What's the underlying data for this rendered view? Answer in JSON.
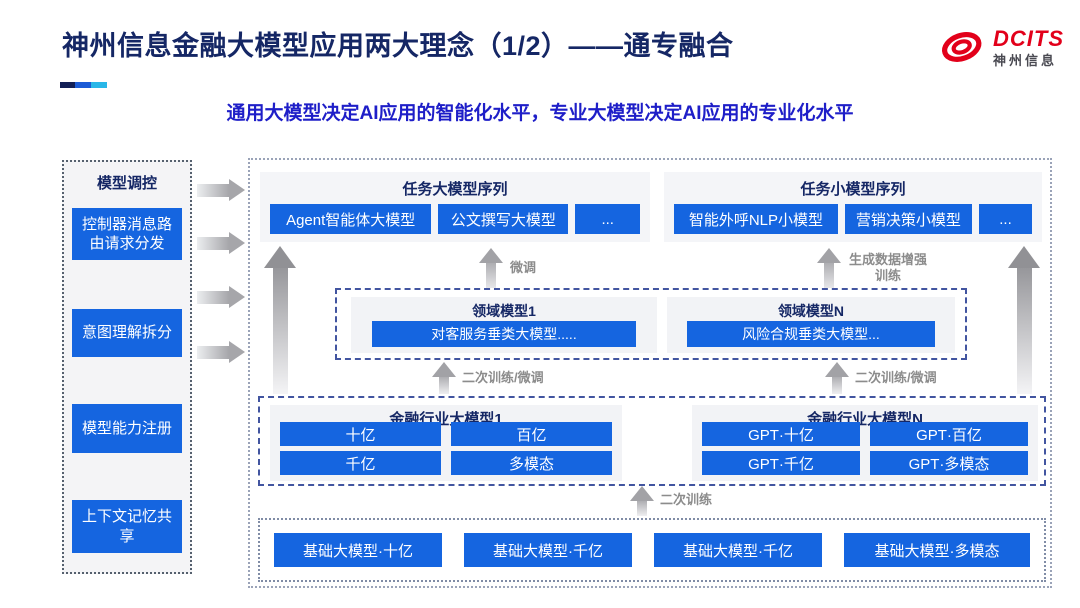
{
  "header": {
    "title": "神州信息金融大模型应用两大理念（1/2）——通专融合",
    "subtitle": "通用大模型决定AI应用的智能化水平，专业大模型决定AI应用的专业化水平",
    "logo": {
      "brand": "DCITS",
      "brand_cn": "神州信息"
    }
  },
  "sidebar": {
    "title": "模型调控",
    "items": [
      "控制器消息路由请求分发",
      "意图理解拆分",
      "模型能力注册",
      "上下文记忆共享"
    ]
  },
  "diagram": {
    "task_large": {
      "title": "任务大模型序列",
      "items": [
        "Agent智能体大模型",
        "公文撰写大模型",
        "..."
      ]
    },
    "task_small": {
      "title": "任务小模型序列",
      "items": [
        "智能外呼NLP小模型",
        "营销决策小模型",
        "..."
      ]
    },
    "labels": {
      "finetune": "微调",
      "augment": "生成数据增强训练",
      "retrain_finetune": "二次训练/微调",
      "retrain": "二次训练"
    },
    "domain": {
      "boxes": [
        {
          "title": "领域模型1",
          "item": "对客服务垂类大模型....."
        },
        {
          "title": "领域模型N",
          "item": "风险合规垂类大模型..."
        }
      ]
    },
    "industry": {
      "boxes": [
        {
          "title": "金融行业大模型1",
          "items": [
            "十亿",
            "百亿",
            "千亿",
            "多模态"
          ]
        },
        {
          "title": "金融行业大模型N",
          "items": [
            "GPT·十亿",
            "GPT·百亿",
            "GPT·千亿",
            "GPT·多模态"
          ]
        }
      ]
    },
    "base": {
      "items": [
        "基础大模型·十亿",
        "基础大模型·千亿",
        "基础大模型·千亿",
        "基础大模型·多模态"
      ]
    }
  },
  "colors": {
    "accent_blue": "#1565e0",
    "title_navy": "#152765",
    "subtitle_blue": "#1e1ec8",
    "logo_red": "#e2001a",
    "dashed_border_blue": "#4255a0",
    "arrow_gray": "#97979b"
  }
}
